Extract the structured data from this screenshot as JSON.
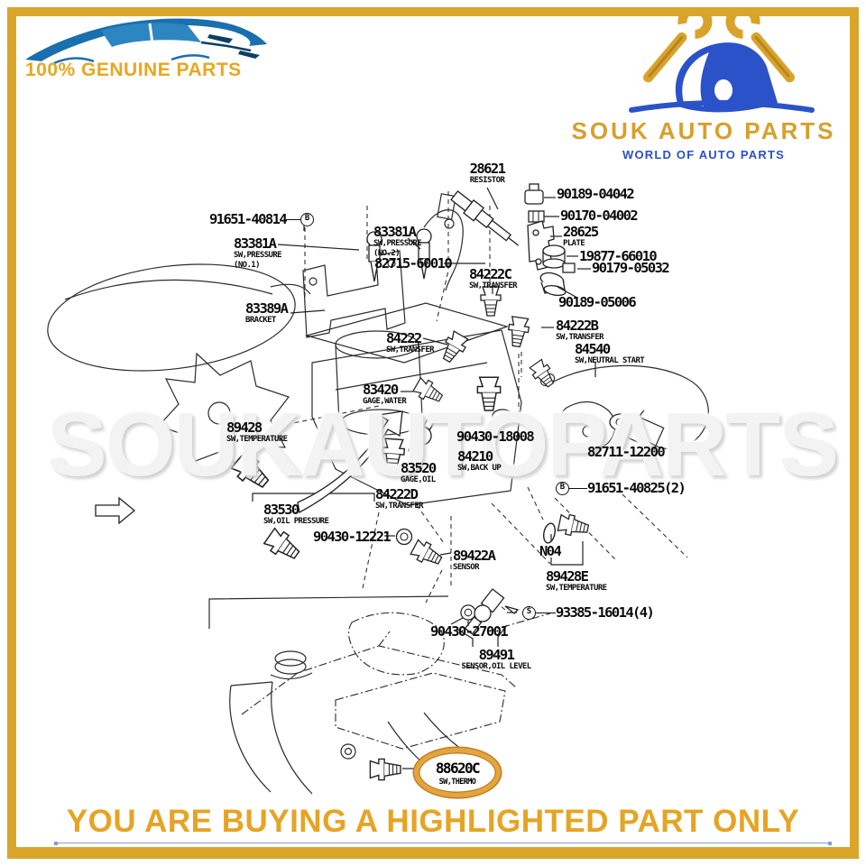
{
  "branding": {
    "genuine_parts_label": "100% GENUINE PARTS",
    "logo_title": "SOUK AUTO PARTS",
    "logo_subtitle": "WORLD OF AUTO PARTS"
  },
  "watermark": {
    "text": "SOUKAUTOPARTS"
  },
  "footer": {
    "notice": "YOU ARE BUYING A HIGHLIGHTED PART ONLY"
  },
  "colors": {
    "frame_gold": "#D9A62B",
    "accent_gold": "#E5A425",
    "logo_blue": "#2B50C8",
    "car_blue": "#1A6FAE",
    "highlight_ring": "#E2A63E",
    "underline_blue": "#7D9FD0"
  },
  "highlighted_part": {
    "number": "88620C",
    "sublabel": "SW,THERMO"
  },
  "parts": [
    {
      "number": "28621",
      "sub": "RESISTOR"
    },
    {
      "number": "90189-04042"
    },
    {
      "number": "90170-04002"
    },
    {
      "number": "28625",
      "sub": "PLATE"
    },
    {
      "number": "19877-66010"
    },
    {
      "number": "90179-05032"
    },
    {
      "number": "90189-05006"
    },
    {
      "number": "91651-40814",
      "marker": "B"
    },
    {
      "number": "83381A",
      "sub": "SW,PRESSURE",
      "sub2": "(NO.1)"
    },
    {
      "number": "83381A",
      "sub": "SW,PRESSURE",
      "sub2": "(NO.2)"
    },
    {
      "number": "82715-60010"
    },
    {
      "number": "84222C",
      "sub": "SW,TRANSFER"
    },
    {
      "number": "83389A",
      "sub": "BRACKET"
    },
    {
      "number": "84222",
      "sub": "SW,TRANSFER"
    },
    {
      "number": "84222B",
      "sub": "SW,TRANSFER"
    },
    {
      "number": "84540",
      "sub": "SW,NEUTRAL START"
    },
    {
      "number": "83420",
      "sub": "GAGE,WATER"
    },
    {
      "number": "89428",
      "sub": "SW,TEMPERATURE"
    },
    {
      "number": "90430-18008"
    },
    {
      "number": "84210",
      "sub": "SW,BACK UP"
    },
    {
      "number": "82711-12200"
    },
    {
      "number": "91651-40825(2)",
      "marker": "B"
    },
    {
      "number": "83520",
      "sub": "GAGE,OIL"
    },
    {
      "number": "84222D",
      "sub": "SW,TRANSFER"
    },
    {
      "number": "83530",
      "sub": "SW,OIL PRESSURE"
    },
    {
      "number": "90430-12221"
    },
    {
      "number": "89422A",
      "sub": "SENSOR"
    },
    {
      "number": "N04"
    },
    {
      "number": "89428E",
      "sub": "SW,TEMPERATURE"
    },
    {
      "number": "93385-16014(4)",
      "marker": "S"
    },
    {
      "number": "90430-27001"
    },
    {
      "number": "89491",
      "sub": "SENSOR,OIL LEVEL"
    },
    {
      "number": "88620C",
      "sub": "SW,THERMO"
    }
  ]
}
